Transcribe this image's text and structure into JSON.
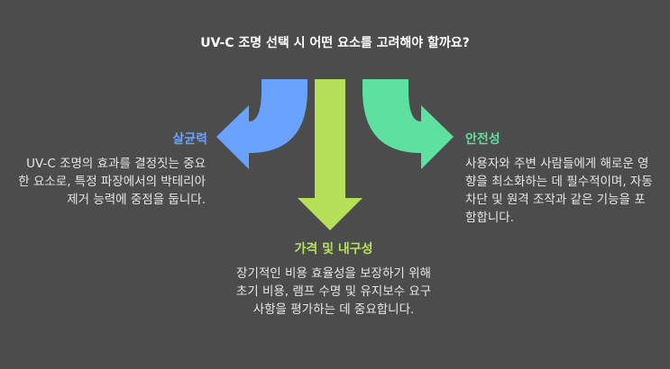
{
  "title": "UV-C 조명 선택 시 어떤 요소를 고려해야 할까요?",
  "colors": {
    "left": "#6aa3ff",
    "right": "#5ee0a0",
    "bottom": "#b5e05a",
    "background": "#4c4c4c"
  },
  "left": {
    "heading": "살균력",
    "text": "UV-C 조명의 효과를 결정짓는 중요한 요소로, 특정 파장에서의 박테리아 제거 능력에 중점을 둡니다."
  },
  "right": {
    "heading": "안전성",
    "text": "사용자와 주변 사람들에게 해로운 영향을 최소화하는 데 필수적이며, 자동 차단 및 원격 조작과 같은 기능을 포함합니다."
  },
  "bottom": {
    "heading": "가격 및 내구성",
    "text": "장기적인 비용 효율성을 보장하기 위해 초기 비용, 램프 수명 및 유지보수 요구 사항을 평가하는 데 중요합니다."
  }
}
